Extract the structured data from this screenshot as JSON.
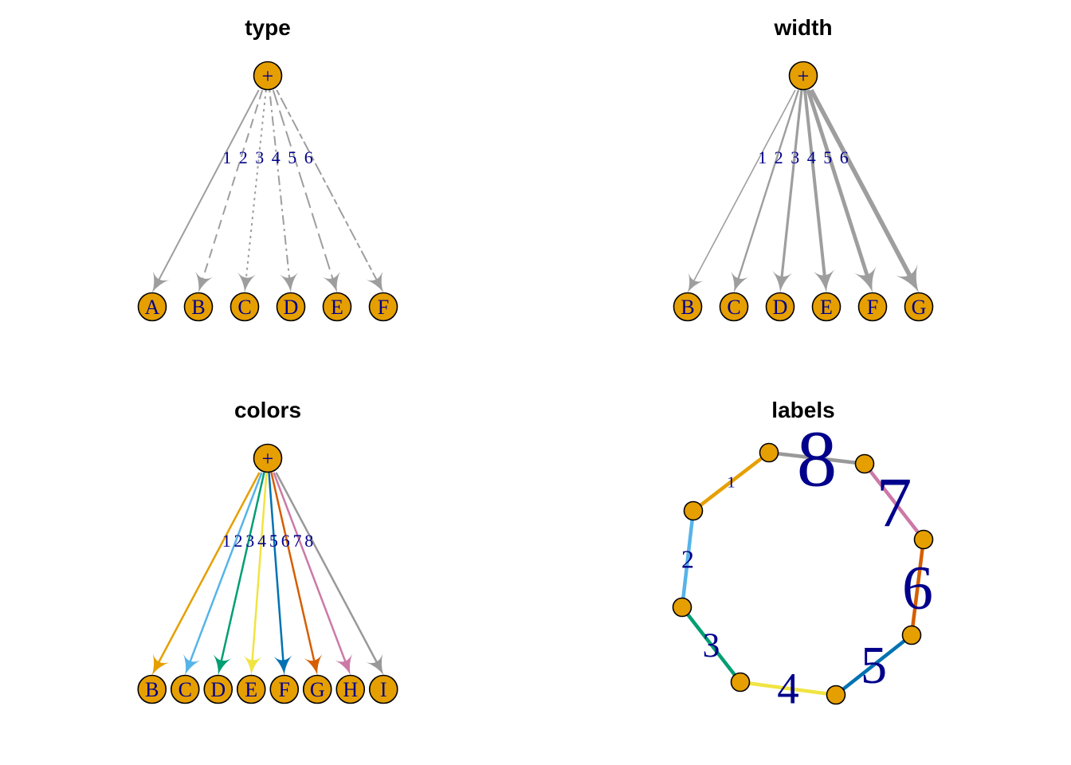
{
  "colors": {
    "node_fill": "#E69F00",
    "node_stroke": "#000000",
    "label_color": "#00008B",
    "edge_grey": "#9E9E9E"
  },
  "panels": [
    {
      "id": "type",
      "title": "type",
      "root_label": "+",
      "node_labels": [
        "A",
        "B",
        "C",
        "D",
        "E",
        "F"
      ],
      "edge_labels": [
        "1",
        "2",
        "3",
        "4",
        "5",
        "6"
      ],
      "edge_styles": [
        "solid",
        "dashed",
        "dotted",
        "dotdash",
        "longdash",
        "twodash"
      ]
    },
    {
      "id": "width",
      "title": "width",
      "root_label": "+",
      "node_labels": [
        "B",
        "C",
        "D",
        "E",
        "F",
        "G"
      ],
      "edge_labels": [
        "1",
        "2",
        "3",
        "4",
        "5",
        "6"
      ],
      "edge_widths": [
        1,
        2,
        3,
        4,
        5,
        6
      ]
    },
    {
      "id": "colors",
      "title": "colors",
      "root_label": "+",
      "node_labels": [
        "B",
        "C",
        "D",
        "E",
        "F",
        "G",
        "H",
        "I"
      ],
      "edge_labels": [
        "1",
        "2",
        "3",
        "4",
        "5",
        "6",
        "7",
        "8"
      ],
      "edge_colors": [
        "#E69F00",
        "#56B4E9",
        "#009E73",
        "#F0E442",
        "#0072B2",
        "#D55E00",
        "#CC79A7",
        "#999999"
      ]
    },
    {
      "id": "labels",
      "title": "labels",
      "edge_labels": [
        "1",
        "2",
        "3",
        "4",
        "5",
        "6",
        "7",
        "8"
      ],
      "edge_label_scale": [
        1,
        2,
        3,
        4,
        5,
        6,
        7,
        8
      ],
      "edge_colors": [
        "#E69F00",
        "#56B4E9",
        "#009E73",
        "#F0E442",
        "#0072B2",
        "#D55E00",
        "#CC79A7",
        "#999999"
      ]
    }
  ]
}
